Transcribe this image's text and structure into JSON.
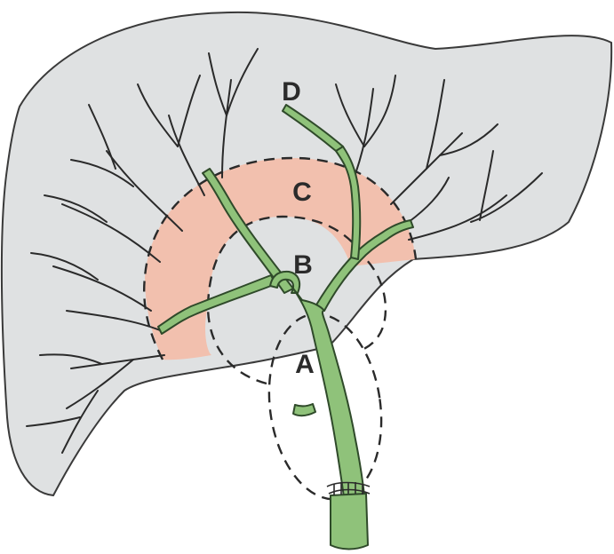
{
  "figure": {
    "zones": [
      {
        "id": "D",
        "label": "D"
      },
      {
        "id": "C",
        "label": "C"
      },
      {
        "id": "B",
        "label": "B"
      },
      {
        "id": "A",
        "label": "A"
      }
    ],
    "colors": {
      "liver_fill": "#dfe1e2",
      "liver_stroke": "#3a3a3a",
      "zone_c_fill": "#f2c0ae",
      "duct_fill": "#8fc27a",
      "duct_stroke": "#2f4a2a",
      "branch_stroke": "#2a2a2a",
      "dash_stroke": "#2a2a2a"
    }
  }
}
